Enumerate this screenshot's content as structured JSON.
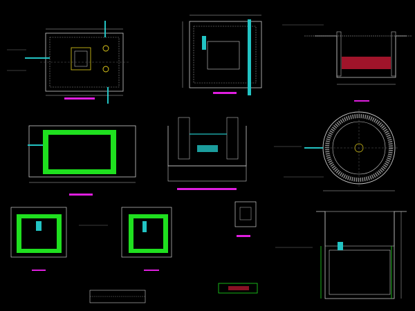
{
  "drawing": {
    "background": "#000000",
    "colors": {
      "line": "#d0d0d0",
      "wall": "#1fe01f",
      "pipe": "#22c4c4",
      "title_bar": "#e01ee0",
      "fill_red": "#a0142a",
      "accent_yellow": "#e8d21a",
      "accent_blue": "#2a6cff"
    },
    "views": [
      {
        "name": "view-plan-top-left"
      },
      {
        "name": "view-plan-top-center"
      },
      {
        "name": "view-section-top-right"
      },
      {
        "name": "view-section-mid-left"
      },
      {
        "name": "view-section-mid-center"
      },
      {
        "name": "view-circular-plan"
      },
      {
        "name": "view-section-bottom-left"
      },
      {
        "name": "view-section-bottom-left-center"
      },
      {
        "name": "view-detail-small"
      },
      {
        "name": "view-section-bottom-right"
      },
      {
        "name": "view-detail-bottom-strip"
      },
      {
        "name": "view-detail-bottom-hatched"
      }
    ]
  }
}
